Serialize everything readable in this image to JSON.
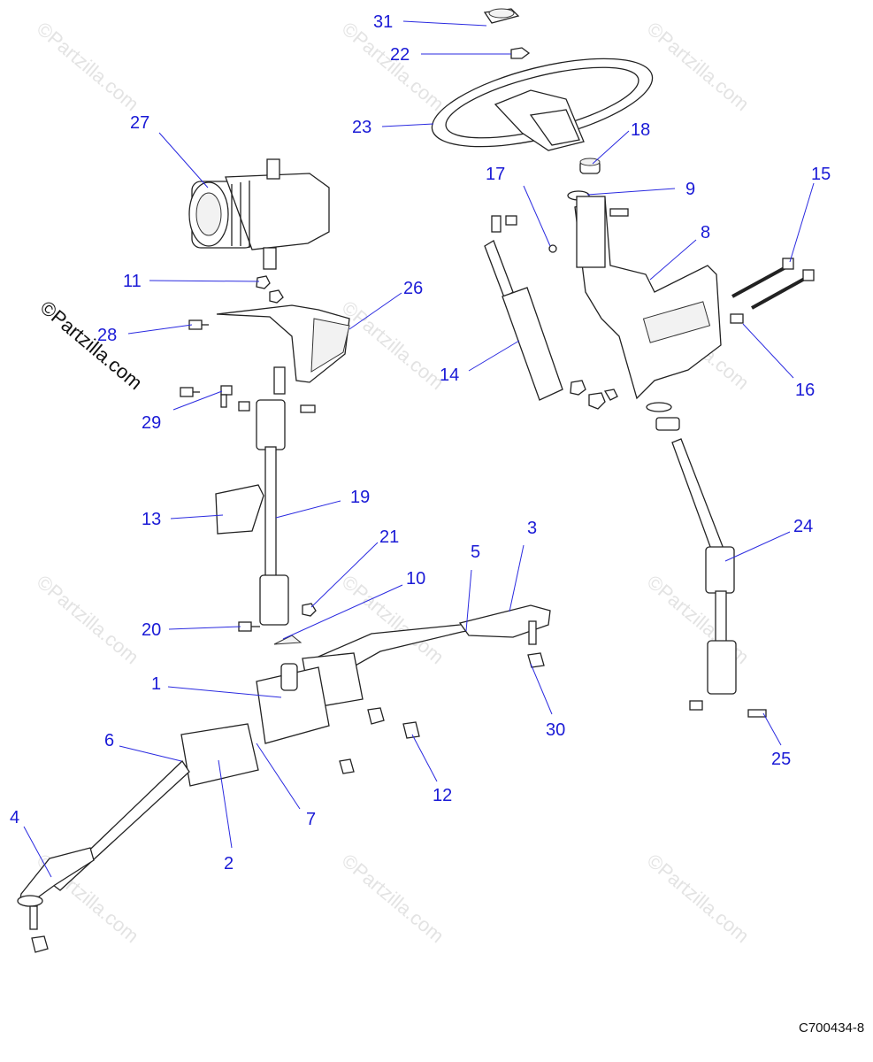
{
  "watermark": "©Partzilla.com",
  "drawing_ref": "C700434-8",
  "callouts": {
    "c1": "1",
    "c2": "2",
    "c3": "3",
    "c4": "4",
    "c5": "5",
    "c6": "6",
    "c7": "7",
    "c8": "8",
    "c9": "9",
    "c10": "10",
    "c11": "11",
    "c12": "12",
    "c13": "13",
    "c14": "14",
    "c15": "15",
    "c16": "16",
    "c17": "17",
    "c18": "18",
    "c19": "19",
    "c20": "20",
    "c21": "21",
    "c22": "22",
    "c23": "23",
    "c24": "24",
    "c25": "25",
    "c26": "26",
    "c27": "27",
    "c28": "28",
    "c29": "29",
    "c30": "30",
    "c31": "31"
  },
  "colors": {
    "callout": "#1a1ad6",
    "leader": "#2a2ae0",
    "line_art": "#222222",
    "watermark": "#d8d8d8"
  }
}
